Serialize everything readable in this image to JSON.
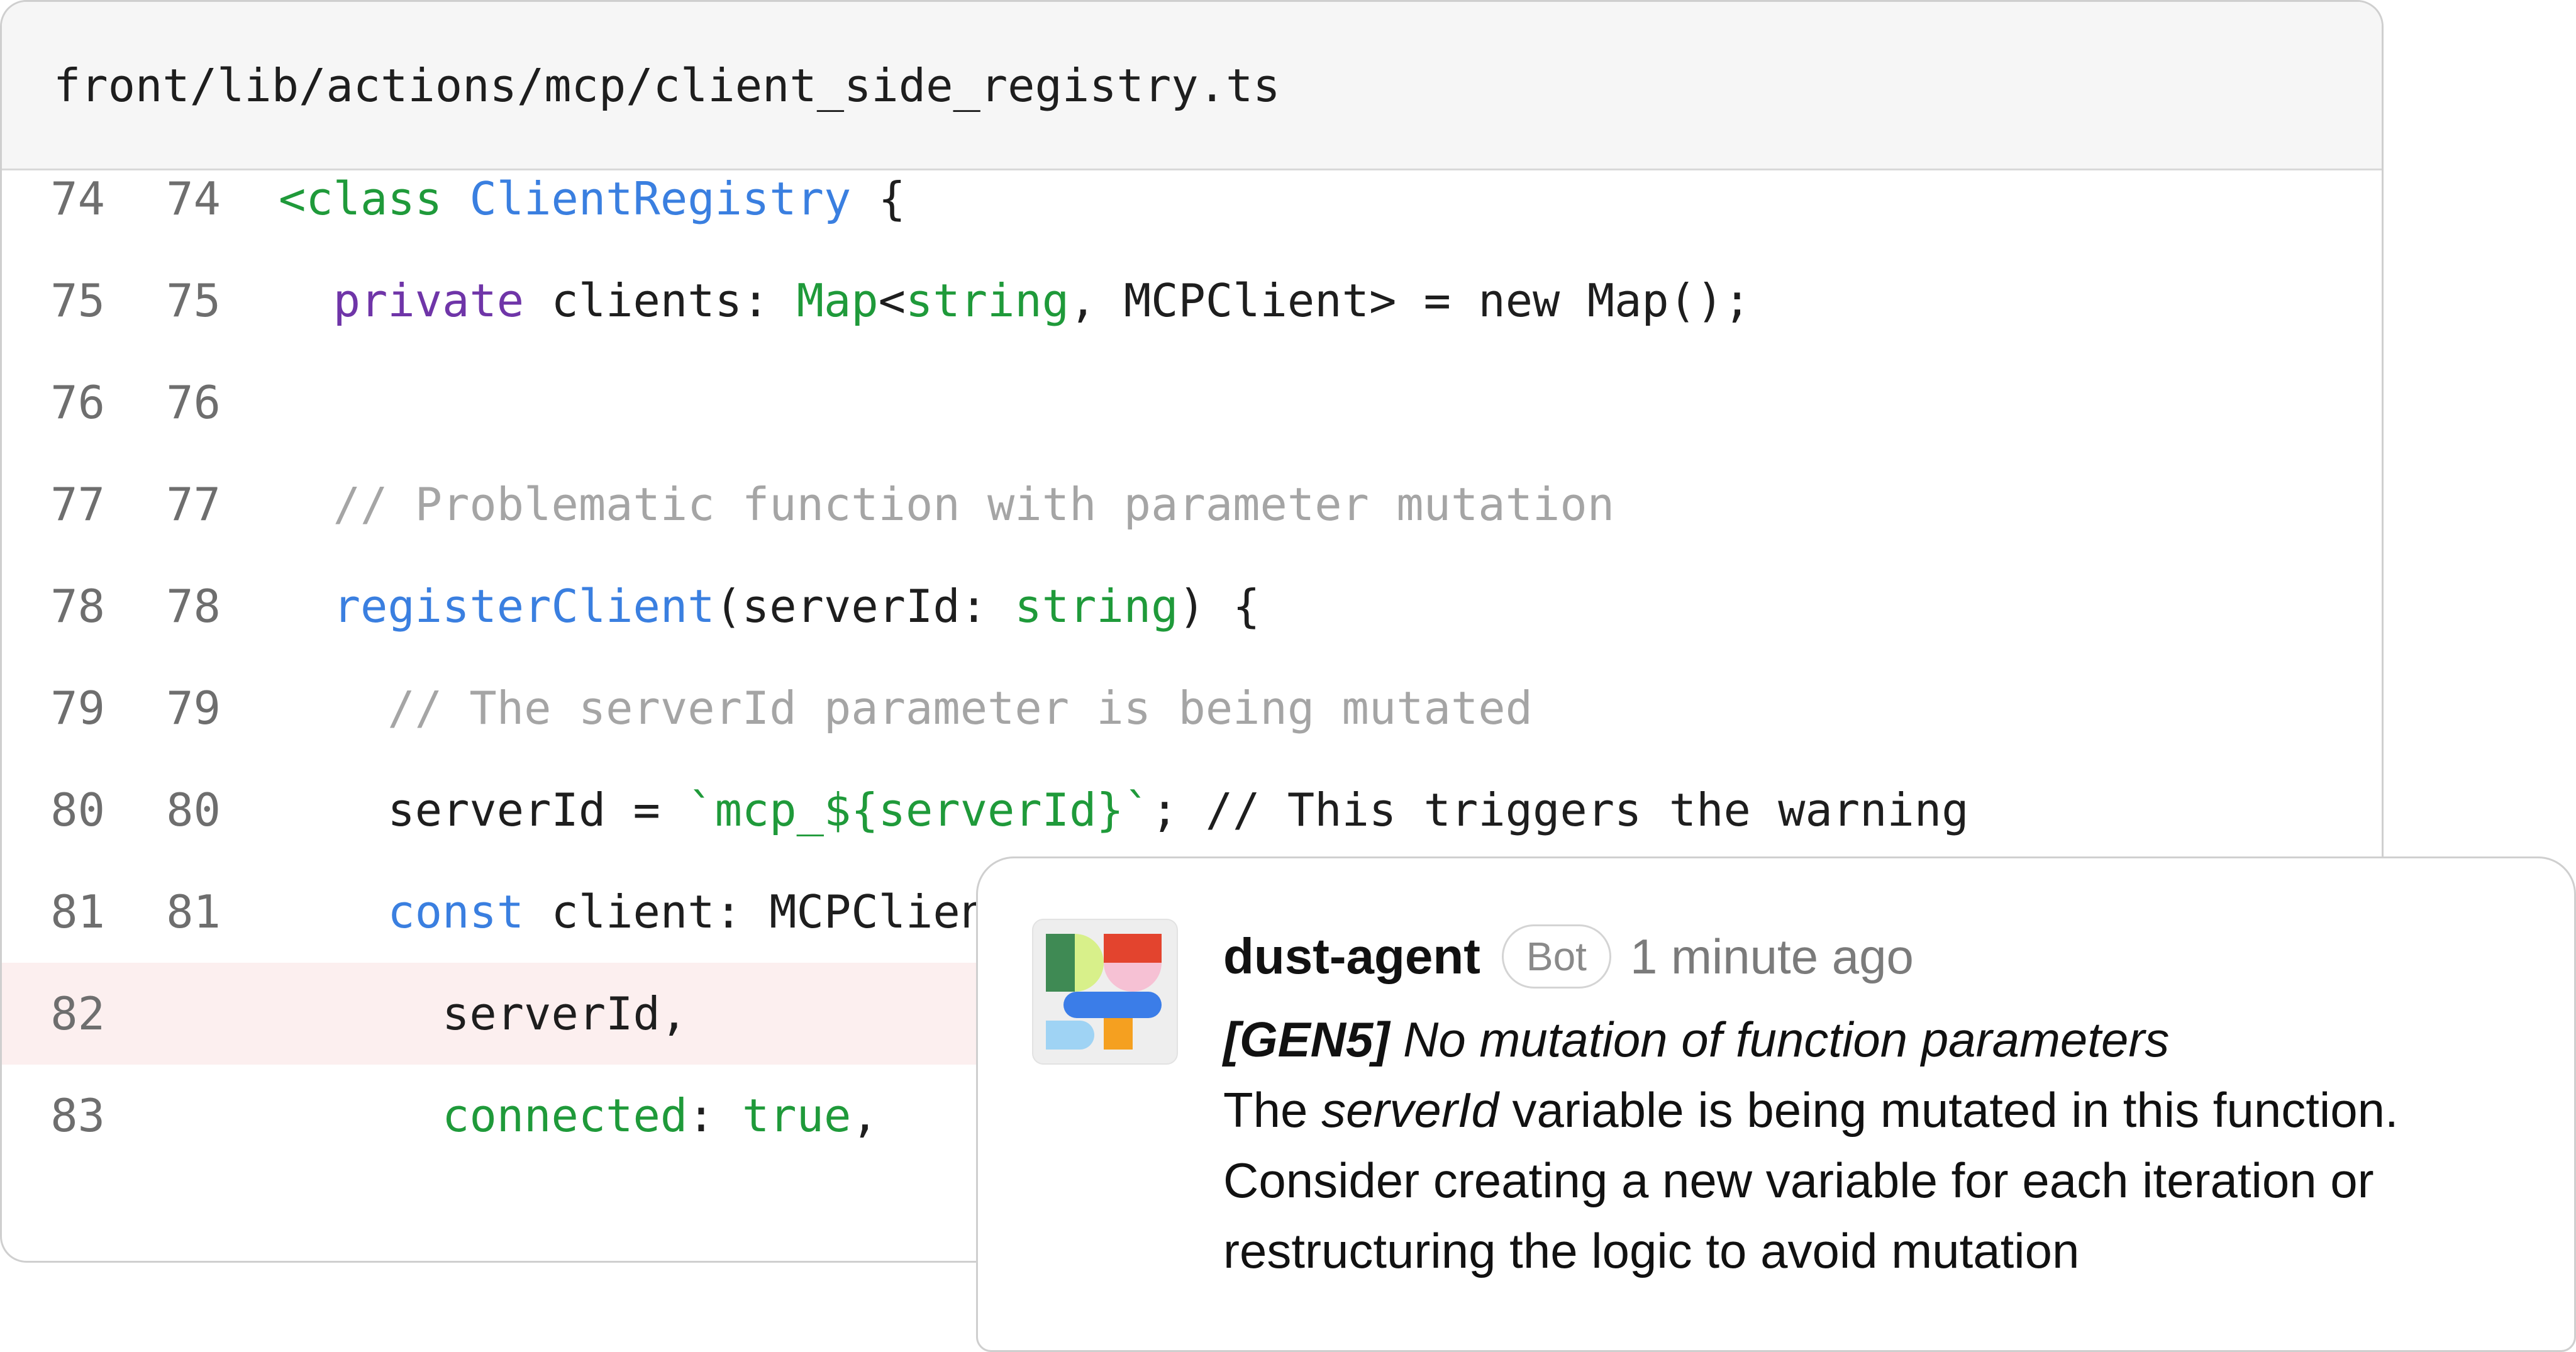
{
  "file": {
    "path": "front/lib/actions/mcp/client_side_registry.ts"
  },
  "code_lines": [
    {
      "old": "74",
      "new": "74",
      "removed": false,
      "tokens": [
        {
          "t": "<class ",
          "c": "green"
        },
        {
          "t": "ClientRegistry",
          "c": "blue"
        },
        {
          "t": " {",
          "c": "plain"
        }
      ]
    },
    {
      "old": "75",
      "new": "75",
      "removed": false,
      "tokens": [
        {
          "t": "  ",
          "c": "plain"
        },
        {
          "t": "private",
          "c": "purple"
        },
        {
          "t": " clients: ",
          "c": "plain"
        },
        {
          "t": "Map",
          "c": "green"
        },
        {
          "t": "<",
          "c": "plain"
        },
        {
          "t": "string",
          "c": "green"
        },
        {
          "t": ", MCPClient> = new Map();",
          "c": "plain"
        }
      ]
    },
    {
      "old": "76",
      "new": "76",
      "removed": false,
      "tokens": []
    },
    {
      "old": "77",
      "new": "77",
      "removed": false,
      "tokens": [
        {
          "t": "  // Problematic function with parameter mutation",
          "c": "comment"
        }
      ]
    },
    {
      "old": "78",
      "new": "78",
      "removed": false,
      "tokens": [
        {
          "t": "  ",
          "c": "plain"
        },
        {
          "t": "registerClient",
          "c": "blue"
        },
        {
          "t": "(serverId: ",
          "c": "plain"
        },
        {
          "t": "string",
          "c": "green"
        },
        {
          "t": ") {",
          "c": "plain"
        }
      ]
    },
    {
      "old": "79",
      "new": "79",
      "removed": false,
      "tokens": [
        {
          "t": "    // The serverId parameter is being mutated",
          "c": "comment"
        }
      ]
    },
    {
      "old": "80",
      "new": "80",
      "removed": false,
      "tokens": [
        {
          "t": "    serverId = ",
          "c": "plain"
        },
        {
          "t": "`mcp_${serverId}`",
          "c": "green"
        },
        {
          "t": "; // This triggers the warning",
          "c": "plain"
        }
      ]
    },
    {
      "old": "81",
      "new": "81",
      "removed": false,
      "tokens": [
        {
          "t": "    ",
          "c": "plain"
        },
        {
          "t": "const",
          "c": "blue"
        },
        {
          "t": " client: MCPClient = {",
          "c": "plain"
        }
      ]
    },
    {
      "old": "82",
      "new": "",
      "removed": true,
      "tokens": [
        {
          "t": "      serverId,",
          "c": "plain"
        }
      ]
    },
    {
      "old": "83",
      "new": "",
      "removed": false,
      "tokens": [
        {
          "t": "      ",
          "c": "plain"
        },
        {
          "t": "connected",
          "c": "green"
        },
        {
          "t": ": ",
          "c": "plain"
        },
        {
          "t": "true",
          "c": "green"
        },
        {
          "t": ",",
          "c": "plain"
        }
      ]
    }
  ],
  "comment": {
    "author": "dust-agent",
    "badge": "Bot",
    "time": "1 minute ago",
    "rule_code": "[GEN5]",
    "rule_title": "No mutation of function parameters",
    "body_prefix": "The ",
    "body_var": "serverId",
    "body_suffix": " variable is being mutated in this function. Consider creating a new variable for each iteration or restructuring the logic to avoid mutation"
  },
  "colors": {
    "keyword_green": "#1f9a3a",
    "identifier_blue": "#3a7fe0",
    "keyword_purple": "#6f35a8",
    "comment_gray": "#a5a5a5",
    "removed_line_bg": "#fcefef",
    "avatar_dark_green": "#3f8a54",
    "avatar_lime": "#d8f08a",
    "avatar_red": "#e3442e",
    "avatar_pink": "#f6c1d4",
    "avatar_blue": "#3b7de8",
    "avatar_light_blue": "#9fd3f4",
    "avatar_orange": "#f5a020"
  },
  "icons": {
    "avatar": "dust-logo-icon"
  }
}
